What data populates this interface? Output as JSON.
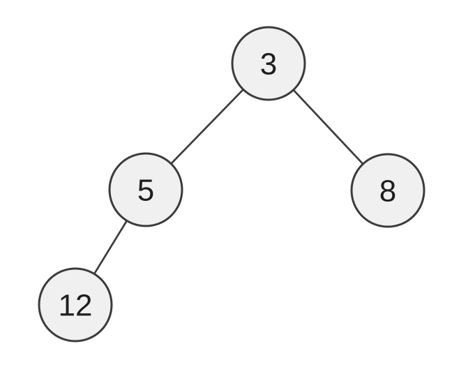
{
  "diagram": {
    "type": "binary-tree",
    "nodes": [
      {
        "label": "3"
      },
      {
        "label": "5"
      },
      {
        "label": "8"
      },
      {
        "label": "12"
      }
    ],
    "edges": [
      {
        "from": "3",
        "to": "5"
      },
      {
        "from": "3",
        "to": "8"
      },
      {
        "from": "5",
        "to": "12"
      }
    ],
    "colors": {
      "background": "#ffffff",
      "node-fill": "#f0f0f0",
      "node-stroke": "#3b3b3b",
      "edge-stroke": "#3b3b3b",
      "label-color": "#1e1e1e"
    }
  }
}
